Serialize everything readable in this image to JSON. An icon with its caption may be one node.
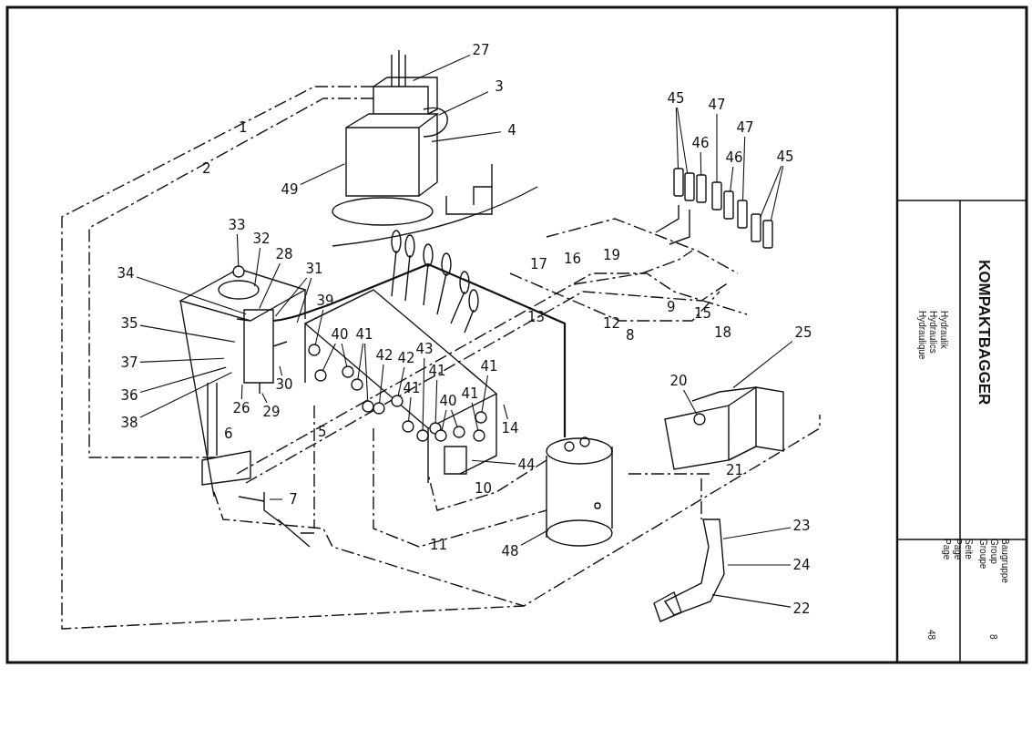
{
  "diagram": {
    "title": "KOMPAKTBAGGER",
    "nodes": [
      {
        "text": [
          "27"
        ]
      },
      {
        "text": [
          "3"
        ]
      },
      {
        "text": [
          "4"
        ]
      },
      {
        "text": [
          "49"
        ]
      },
      {
        "text": [
          "45"
        ]
      },
      {
        "text": [
          "47"
        ]
      },
      {
        "text": [
          "46"
        ]
      },
      {
        "text": [
          "47"
        ]
      },
      {
        "text": [
          "46"
        ]
      },
      {
        "text": [
          "45"
        ]
      },
      {
        "text": [
          "33"
        ]
      },
      {
        "text": [
          "32"
        ]
      },
      {
        "text": [
          "28"
        ]
      },
      {
        "text": [
          "31"
        ]
      },
      {
        "text": [
          "34"
        ]
      },
      {
        "text": [
          "39"
        ]
      },
      {
        "text": [
          "35"
        ]
      },
      {
        "text": [
          "40"
        ]
      },
      {
        "text": [
          "41"
        ]
      },
      {
        "text": [
          "37"
        ]
      },
      {
        "text": [
          "42"
        ]
      },
      {
        "text": [
          "42"
        ]
      },
      {
        "text": [
          "43"
        ]
      },
      {
        "text": [
          "41"
        ]
      },
      {
        "text": [
          "41"
        ]
      },
      {
        "text": [
          "30"
        ]
      },
      {
        "text": [
          "40"
        ]
      },
      {
        "text": [
          "41"
        ]
      },
      {
        "text": [
          "41"
        ]
      },
      {
        "text": [
          "36"
        ]
      },
      {
        "text": [
          "26"
        ]
      },
      {
        "text": [
          "29"
        ]
      },
      {
        "text": [
          "38"
        ]
      },
      {
        "text": [
          "25"
        ]
      },
      {
        "text": [
          "20"
        ]
      },
      {
        "text": [
          "14"
        ]
      },
      {
        "text": [
          "44"
        ]
      },
      {
        "text": [
          "7"
        ]
      },
      {
        "text": [
          "23"
        ]
      },
      {
        "text": [
          "48"
        ]
      },
      {
        "text": [
          "24"
        ]
      },
      {
        "text": [
          "22"
        ]
      },
      {
        "text": [],
        "shape": "box"
      },
      {
        "text": [],
        "shape": "box"
      },
      {
        "text": [],
        "shape": "box"
      },
      {
        "text": [],
        "shape": "box"
      },
      {
        "text": [],
        "shape": "box"
      },
      {
        "text": [],
        "shape": "box"
      },
      {
        "text": [],
        "shape": "box"
      },
      {
        "text": [],
        "shape": "box"
      },
      {
        "text": [],
        "shape": "circle"
      },
      {
        "text": [],
        "shape": "circle"
      },
      {
        "text": [],
        "shape": "circle"
      },
      {
        "text": [],
        "shape": "circle"
      },
      {
        "text": [],
        "shape": "circle"
      },
      {
        "text": [],
        "shape": "circle"
      },
      {
        "text": [],
        "shape": "circle"
      },
      {
        "text": [],
        "shape": "circle"
      },
      {
        "text": [],
        "shape": "circle"
      },
      {
        "text": [],
        "shape": "circle"
      },
      {
        "text": [],
        "shape": "circle"
      },
      {
        "text": [],
        "shape": "circle"
      },
      {
        "text": [],
        "shape": "circle"
      },
      {
        "text": [],
        "shape": "circle"
      },
      {
        "text": [],
        "shape": "circle"
      },
      {
        "text": [],
        "shape": "circle"
      }
    ],
    "edges": [
      {
        "from": 0,
        "to": null,
        "arrow": "none"
      },
      {
        "from": 1,
        "to": null,
        "arrow": "none"
      },
      {
        "from": 2,
        "to": null,
        "arrow": "none"
      },
      {
        "from": 3,
        "to": null,
        "arrow": "none"
      },
      {
        "from": 4,
        "to": 42,
        "arrow": "none"
      },
      {
        "from": 4,
        "to": 43,
        "arrow": "none"
      },
      {
        "from": 5,
        "to": 45,
        "arrow": "none"
      },
      {
        "from": 6,
        "to": 44,
        "arrow": "none"
      },
      {
        "from": 7,
        "to": 47,
        "arrow": "none"
      },
      {
        "from": 8,
        "to": 46,
        "arrow": "none"
      },
      {
        "from": 9,
        "to": 48,
        "arrow": "none"
      },
      {
        "from": 9,
        "to": 49,
        "arrow": "none"
      },
      {
        "from": 10,
        "to": 50,
        "arrow": "none"
      },
      {
        "from": 11,
        "to": null,
        "arrow": "none"
      },
      {
        "from": 12,
        "to": null,
        "arrow": "none"
      },
      {
        "from": 13,
        "to": null,
        "arrow": "none"
      },
      {
        "from": 13,
        "to": null,
        "arrow": "none"
      },
      {
        "from": 14,
        "to": null,
        "arrow": "none"
      },
      {
        "from": 15,
        "to": 51,
        "arrow": "none"
      },
      {
        "from": 16,
        "to": null,
        "arrow": "none"
      },
      {
        "from": 17,
        "to": 52,
        "arrow": "none"
      },
      {
        "from": 17,
        "to": 53,
        "arrow": "none"
      },
      {
        "from": 18,
        "to": 54,
        "arrow": "none"
      },
      {
        "from": 18,
        "to": 55,
        "arrow": "none"
      },
      {
        "from": 19,
        "to": null,
        "arrow": "none"
      },
      {
        "from": 20,
        "to": 56,
        "arrow": "none"
      },
      {
        "from": 21,
        "to": 57,
        "arrow": "none"
      },
      {
        "from": 22,
        "to": 58,
        "arrow": "none"
      },
      {
        "from": 23,
        "to": 59,
        "arrow": "none"
      },
      {
        "from": 24,
        "to": 60,
        "arrow": "none"
      },
      {
        "from": 25,
        "to": null,
        "arrow": "none"
      },
      {
        "from": 26,
        "to": 61,
        "arrow": "none"
      },
      {
        "from": 26,
        "to": 62,
        "arrow": "none"
      },
      {
        "from": 27,
        "to": 63,
        "arrow": "none"
      },
      {
        "from": 28,
        "to": 64,
        "arrow": "none"
      },
      {
        "from": 29,
        "to": null,
        "arrow": "none"
      },
      {
        "from": 30,
        "to": null,
        "arrow": "none"
      },
      {
        "from": 31,
        "to": null,
        "arrow": "none"
      },
      {
        "from": 32,
        "to": null,
        "arrow": "none"
      },
      {
        "from": 33,
        "to": null,
        "arrow": "none"
      },
      {
        "from": 34,
        "to": 65,
        "arrow": "none"
      },
      {
        "from": 35,
        "to": null,
        "arrow": "none"
      },
      {
        "from": 36,
        "to": null,
        "arrow": "none"
      },
      {
        "from": 37,
        "to": null,
        "arrow": "none"
      },
      {
        "from": 38,
        "to": null,
        "arrow": "none"
      },
      {
        "from": 39,
        "to": null,
        "arrow": "none"
      },
      {
        "from": 40,
        "to": null,
        "arrow": "none"
      },
      {
        "from": 41,
        "to": null,
        "arrow": "none"
      }
    ],
    "labels": [
      "1",
      "2",
      "17",
      "16",
      "19",
      "13",
      "12",
      "9",
      "8",
      "15",
      "18",
      "5",
      "6",
      "10",
      "21",
      "11",
      "Baugruppe",
      "Group",
      "Groupe",
      "8",
      "Hydraulik",
      "Hydraulics",
      "Hydraulique",
      "Seite",
      "Page",
      "Page",
      "48"
    ]
  }
}
